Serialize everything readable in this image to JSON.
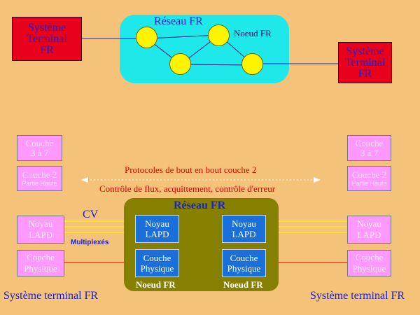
{
  "top_diagram": {
    "terminal_left": "Système\nTerminal\nFR",
    "terminal_right": "Système\nTerminal\nFR",
    "network_label": "Réseau FR",
    "node_label": "Noeud FR"
  },
  "stack_left": {
    "faded_top": {
      "line1": "Couche",
      "line2": "3 à 7"
    },
    "faded_mid": {
      "line1": "Couche 2",
      "line2": "Partie Haute"
    },
    "noyau": "Noyau\nLAPD",
    "physique": "Couche\nPhysique"
  },
  "stack_right": {
    "faded_top": {
      "line1": "Couche",
      "line2": "3 à 7"
    },
    "faded_mid": {
      "line1": "Couche 2",
      "line2": "Partie Haute"
    },
    "noyau": "Noyau\nLAPD",
    "physique": "Couche\nPhysique"
  },
  "protocol_text": {
    "line1": "Protocoles de bout en bout couche 2",
    "line2": "Contrôle de flux, acquittement, contrôle d'erreur"
  },
  "cv_label": "CV",
  "multiplexes_label": "Multiplexés",
  "bottom_network": {
    "title": "Réseau FR",
    "node1": {
      "noyau": "Noyau\nLAPD",
      "physique": "Couche\nPhysique",
      "label": "Noeud FR"
    },
    "node2": {
      "noyau": "Noyau\nLAPD",
      "physique": "Couche\nPhysique",
      "label": "Noeud FR"
    }
  },
  "caption_left": "Système terminal FR",
  "caption_right": "Système terminal FR",
  "colors": {
    "background": "#f5c279",
    "terminal": "#e8001c",
    "cloud": "#1ee8ea",
    "node": "#fff400",
    "text_blue": "#1a22c8",
    "pink": "#ff99ff",
    "network_olive": "#858000",
    "blue_box": "#1a70d8",
    "line_red": "#e00000",
    "line_yellow": "#ffff00"
  }
}
